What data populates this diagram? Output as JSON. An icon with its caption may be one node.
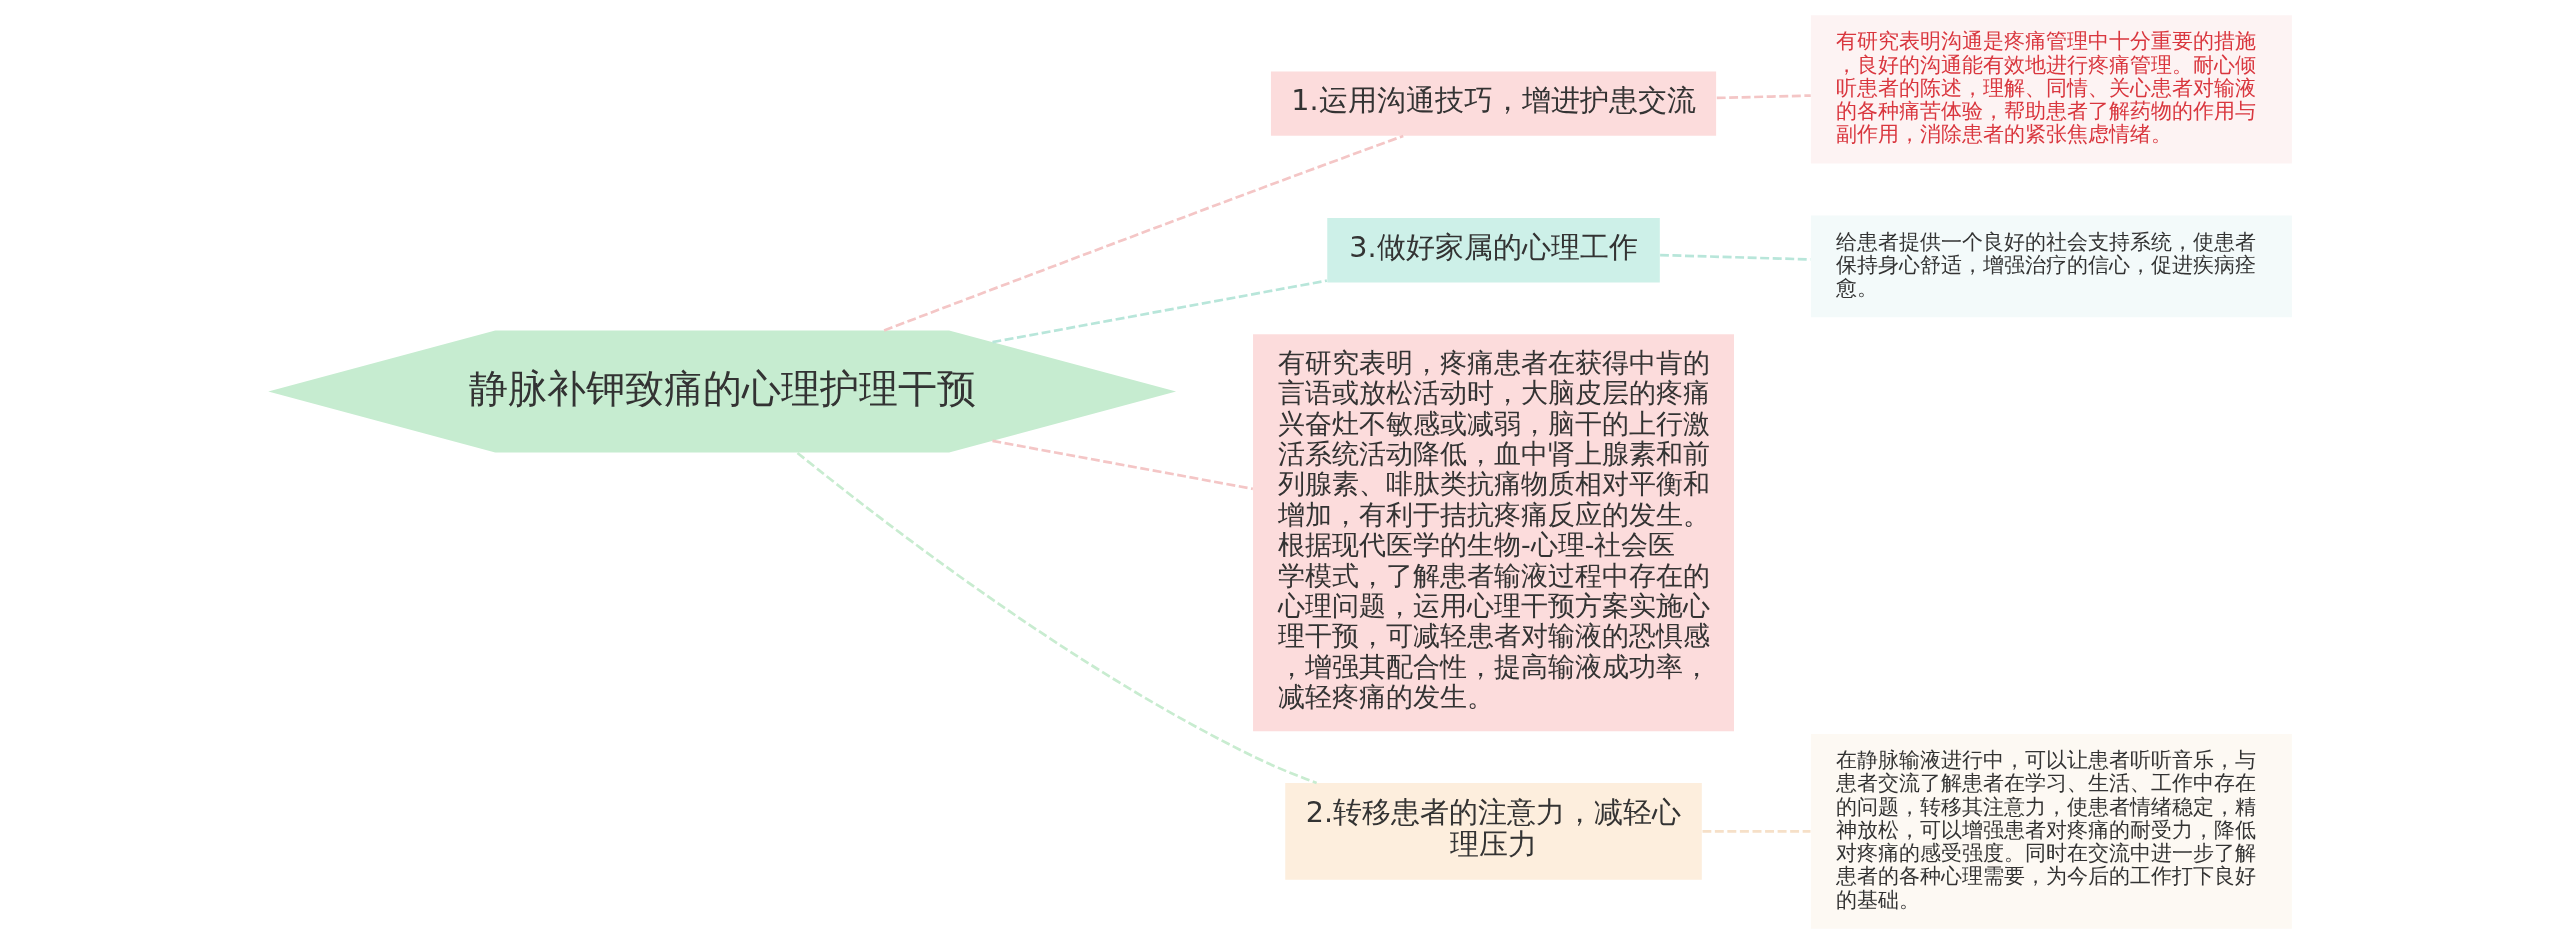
{
  "diagram": {
    "nodes": [
      {
        "text": [
          "静脉补钾致痛的心理护理干预"
        ]
      },
      {
        "text": [
          "1.运用沟通技巧，增进护患交流"
        ]
      },
      {
        "text": [
          "有研究表明沟通是疼痛管理中十分重要的措施，良好的沟通能有效地进行疼痛管理。耐心倾听患者的陈述，理解、同情、关心患者对输液的各种痛苦体验，帮助患者了解药物的作用与副作用，消除患者的紧张焦虑情绪。"
        ]
      },
      {
        "text": [
          "3.做好家属的心理工作"
        ]
      },
      {
        "text": [
          "给患者提供一个良好的社会支持系统，使患者保持身心舒适，增强治疗的信心，促进疾病痊愈。"
        ]
      },
      {
        "text": [
          "有研究表明，疼痛患者在获得中肯的言语或放松活动时，大脑皮层的疼痛兴奋灶不敏感或减弱，脑干的上行激活系统活动降低，血中肾上腺素和前列腺素、啡肽类抗痛物质相对平衡和增加，有利于拮抗疼痛反应的发生。根据现代医学的生物-心理-社会医学模式，了解患者输液过程中存在的心理问题，运用心理干预方案实施心理干预，可减轻患者对输液的恐惧感，增强其配合性，提高输液成功率，减轻疼痛的发生。"
        ]
      },
      {
        "text": [
          "2.转移患者的注意力，减轻心理压力"
        ]
      },
      {
        "text": [
          "在静脉输液进行中，可以让患者听听音乐，与患者交流了解患者在学习、生活、工作中存在的问题，转移其注意力，使患者情绪稳定，精神放松，可以增强患者对疼痛的耐受力，降低对疼痛的感受强度。同时在交流中进一步了解患者的各种心理需要，为今后的工作打下良好的基础。"
        ]
      }
    ],
    "edges": [
      {
        "from": 0,
        "to": 1,
        "arrow": "none",
        "style": "dashed",
        "color": "#f4c6c6"
      },
      {
        "from": 1,
        "to": 2,
        "arrow": "none",
        "style": "dashed",
        "color": "#f4c6c6"
      },
      {
        "from": 0,
        "to": 3,
        "arrow": "none",
        "style": "dashed",
        "color": "#b8e6da"
      },
      {
        "from": 3,
        "to": 4,
        "arrow": "none",
        "style": "dashed",
        "color": "#b8e6da"
      },
      {
        "from": 0,
        "to": 5,
        "arrow": "none",
        "style": "dashed",
        "color": "#f4c6c6"
      },
      {
        "from": 0,
        "to": 6,
        "arrow": "none",
        "style": "dashed",
        "color": "#c8ecd0"
      },
      {
        "from": 6,
        "to": 7,
        "arrow": "none",
        "style": "dashed",
        "color": "#f6e0c8"
      }
    ]
  }
}
